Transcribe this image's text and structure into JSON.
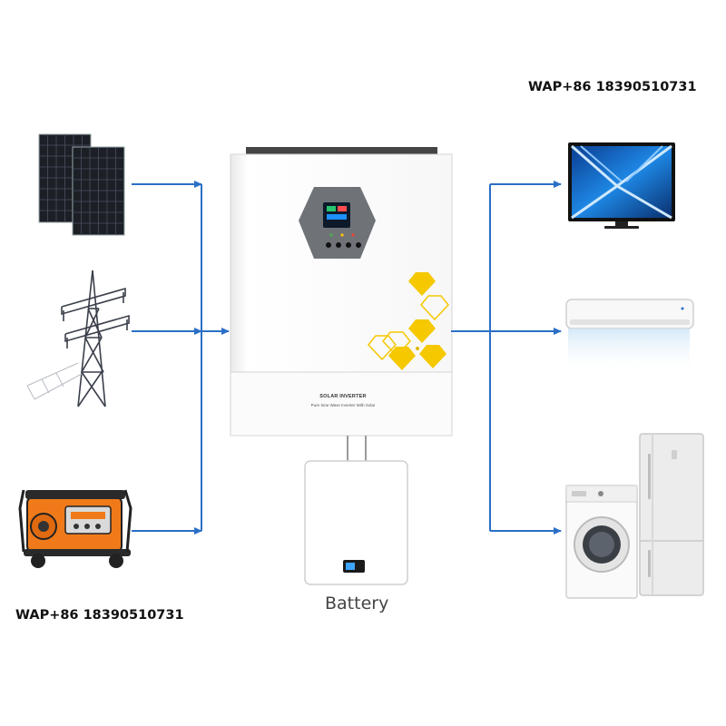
{
  "contact": {
    "top": "WAP+86 18390510731",
    "bottom": "WAP+86 18390510731"
  },
  "inverter": {
    "title": "SOLAR INVERTER",
    "subtitle": "Pure Sine Wave Inverter With Solar"
  },
  "battery": {
    "label": "Battery"
  },
  "inputs": [
    "solar-panels",
    "power-grid",
    "generator"
  ],
  "outputs": [
    "television",
    "air-conditioner",
    "washing-machine-and-refrigerator"
  ],
  "colors": {
    "arrow": "#2b6fc6",
    "accent": "#f5c800",
    "generator": "#f07a1a"
  }
}
